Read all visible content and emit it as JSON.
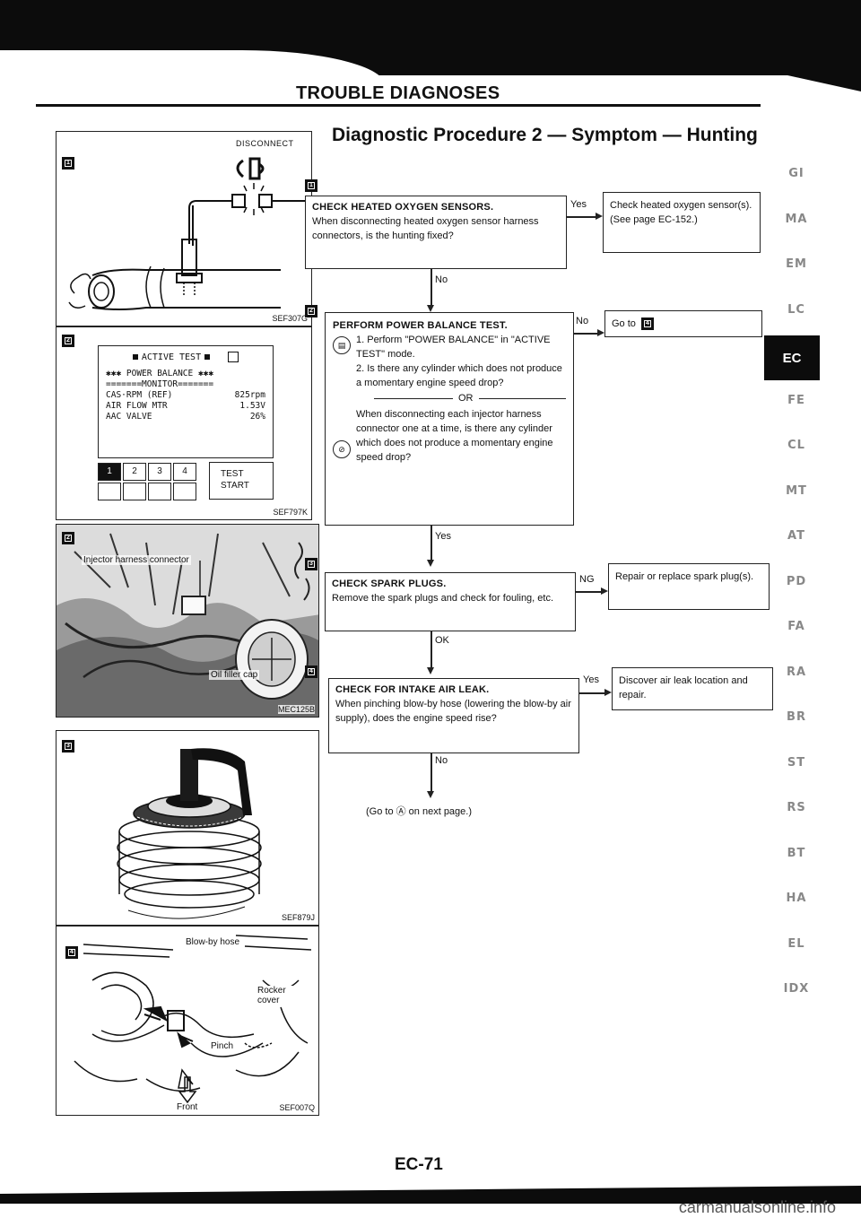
{
  "header": {
    "title": "TROUBLE DIAGNOSES",
    "page_number": "EC-71"
  },
  "procedure_title": "Diagnostic Procedure 2 — Symptom — Hunting",
  "figures": {
    "fig1": {
      "badge": "1",
      "label": "DISCONNECT",
      "code": "SEF307G"
    },
    "fig2": {
      "badge": "2",
      "code": "SEF797K",
      "screen_title": "ACTIVE TEST",
      "screen_lines": [
        "✱✱✱ POWER BALANCE ✱✱✱",
        "=======MONITOR=======",
        "CAS·RPM (REF)",
        "AIR FLOW MTR",
        "AAC VALVE"
      ],
      "screen_values": [
        "825rpm",
        "1.53V",
        "26%"
      ],
      "buttons": [
        "1",
        "2",
        "3",
        "4"
      ],
      "test_start": [
        "TEST",
        "START"
      ]
    },
    "fig3": {
      "badge": "2",
      "code": "MEC125B",
      "label_connector": "Injector harness connector",
      "label_cap": "Oil filler cap"
    },
    "fig4": {
      "badge": "3",
      "code": "SEF879J"
    },
    "fig5": {
      "badge": "4",
      "code": "SEF007Q",
      "labels": [
        "Blow-by hose",
        "Rocker cover",
        "Pinch",
        "Front"
      ]
    }
  },
  "flow": {
    "step1": {
      "badge": "1",
      "head": "CHECK HEATED OXYGEN SENSORS.",
      "body": "When disconnecting heated oxygen sensor harness connectors, is the hunting fixed?",
      "yes_label": "Yes",
      "yes_action": "Check heated oxygen sensor(s). (See page EC-152.)",
      "no_label": "No"
    },
    "step2": {
      "badge": "2",
      "head": "PERFORM POWER BALANCE TEST.",
      "item1": "1. Perform \"POWER BALANCE\" in \"ACTIVE TEST\" mode.",
      "item2": "2. Is there any cylinder which does not produce a momentary engine speed drop?",
      "or": "OR",
      "alt": "When disconnecting each injector harness connector one at a time, is there any cylinder which does not produce a momentary engine speed drop?",
      "no_label": "No",
      "no_action": "Go to",
      "no_action_badge": "4",
      "yes_label": "Yes"
    },
    "step3": {
      "badge": "3",
      "head": "CHECK SPARK PLUGS.",
      "body": "Remove the spark plugs and check for fouling, etc.",
      "ng_label": "NG",
      "ng_action": "Repair or replace spark plug(s).",
      "ok_label": "OK"
    },
    "step4": {
      "badge": "4",
      "head": "CHECK FOR INTAKE AIR LEAK.",
      "body": "When pinching blow-by hose (lowering the blow-by air supply), does the engine speed rise?",
      "yes_label": "Yes",
      "yes_action": "Discover air leak location and repair.",
      "no_label": "No"
    },
    "footer": "(Go to Ⓐ on next page.)"
  },
  "side_tabs": [
    "GI",
    "MA",
    "EM",
    "LC",
    "EC",
    "FE",
    "CL",
    "MT",
    "AT",
    "PD",
    "FA",
    "RA",
    "BR",
    "ST",
    "RS",
    "BT",
    "HA",
    "EL",
    "IDX"
  ],
  "watermark": "carmanualsonline.info"
}
